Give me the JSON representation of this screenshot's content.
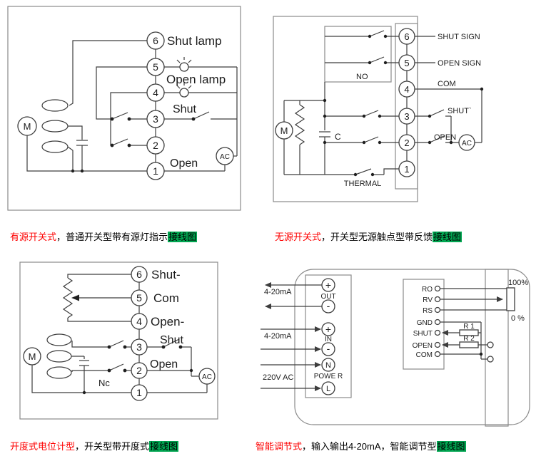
{
  "colors": {
    "caption_red": "#fe0000",
    "caption_green": "#00a651",
    "line": "#3d3d3d"
  },
  "captions": {
    "tl": {
      "lead": "有源开关式",
      "body": "，普通开关型带有源灯指示",
      "tag": "接线图"
    },
    "tr": {
      "lead": "无源开关式",
      "body": "，开关型无源触点型带反馈",
      "tag": "接线图"
    },
    "bl": {
      "lead": "开度式电位计型",
      "body": "，开关型带开度式",
      "tag": "接线图"
    },
    "br": {
      "lead": "智能调节式",
      "body": "，输入输出4-20mA，智能调节型",
      "tag": "接线图"
    }
  },
  "tl": {
    "terminals": [
      "6",
      "5",
      "4",
      "3",
      "2",
      "1"
    ],
    "labels": {
      "shut_lamp": "Shut lamp",
      "open_lamp": "Open lamp",
      "shut": "Shut",
      "open": "Open"
    },
    "motor": "M",
    "ac": "AC"
  },
  "tr": {
    "terminals": [
      "6",
      "5",
      "4",
      "3",
      "2",
      "1"
    ],
    "labels": {
      "shut_sign": "SHUT SIGN",
      "open_sign": "OPEN SIGN",
      "com": "COM",
      "shut": "SHUT`",
      "open": "OPEN",
      "no": "NO",
      "thermal": "THERMAL",
      "cap": "C"
    },
    "motor": "M",
    "ac": "AC"
  },
  "bl": {
    "terminals": [
      "6",
      "5",
      "4",
      "3",
      "2",
      "1"
    ],
    "labels": {
      "shut_minus": "Shut-",
      "com": "Com",
      "open_minus": "Open-",
      "shut": "Shut",
      "open": "Open",
      "nc": "Nc"
    },
    "motor": "M",
    "ac": "AC"
  },
  "br": {
    "strip": {
      "out_plus": "+",
      "out_minus": "-",
      "out": "OUT",
      "in_plus": "+",
      "in_minus": "-",
      "in": "IN",
      "n": "N",
      "power": "POWE R",
      "l": "L"
    },
    "labels": {
      "ma_out": "4-20mA",
      "ma_in": "4-20mA",
      "volt": "220V  AC",
      "pct100": "100%",
      "pct0": "0 %",
      "r1": "R 1",
      "r2": "R 2"
    },
    "pins": [
      "RO",
      "RV",
      "RS",
      "GND",
      "SHUT",
      "OPEN",
      "COM"
    ]
  }
}
